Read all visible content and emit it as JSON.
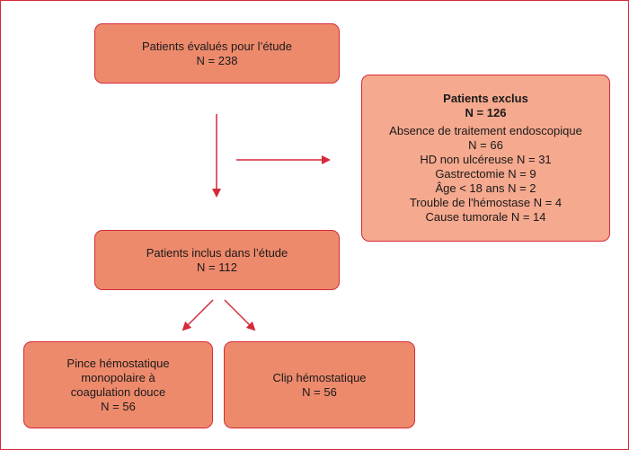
{
  "boxes": {
    "evaluated": {
      "lines": [
        "Patients évalués pour l’étude",
        "N = 238"
      ]
    },
    "excluded": {
      "title": "Patients exclus",
      "total": "N = 126",
      "reasons": [
        "Absence de traitement endoscopique",
        "N = 66",
        "HD non ulcéreuse N = 31",
        "Gastrectomie N = 9",
        "Âge < 18 ans N = 2",
        "Trouble de l'hémostase N = 4",
        "Cause tumorale N = 14"
      ]
    },
    "included": {
      "lines": [
        "Patients inclus dans l’étude",
        "N = 112"
      ]
    },
    "pince": {
      "lines": [
        "Pince hémostatique",
        "monopolaire à",
        "coagulation douce",
        "N = 56"
      ]
    },
    "clip": {
      "lines": [
        "Clip hémostatique",
        "N = 56"
      ]
    }
  },
  "colors": {
    "border": "#d42a3a",
    "box_fill": "#ee8a6c",
    "excluded_fill": "#f5a98e",
    "arrow": "#d42a3a"
  }
}
